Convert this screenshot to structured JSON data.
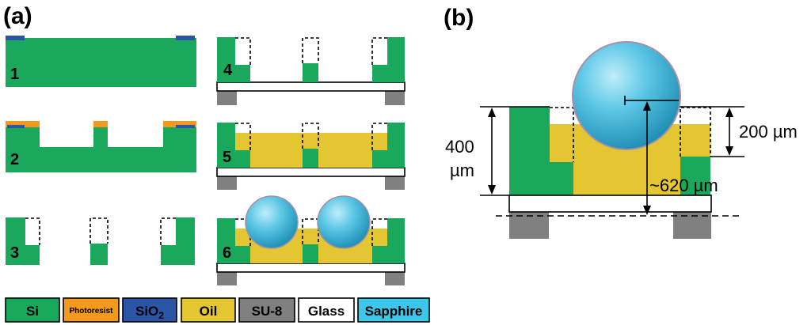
{
  "panels": {
    "a_label": "(a)",
    "b_label": "(b)"
  },
  "steps": [
    "1",
    "2",
    "3",
    "4",
    "5",
    "6"
  ],
  "legend": [
    {
      "label": "Si",
      "color": "#1aa85c",
      "text_color": "#000000",
      "size": "normal"
    },
    {
      "label": "Photoresist",
      "color": "#f39a1e",
      "text_color": "#000000",
      "size": "small"
    },
    {
      "label": "SiO2",
      "color": "#2b55a6",
      "text_color": "#000000",
      "size": "normal"
    },
    {
      "label": "Oil",
      "color": "#e3c631",
      "text_color": "#000000",
      "size": "normal"
    },
    {
      "label": "SU-8",
      "color": "#808080",
      "text_color": "#000000",
      "size": "normal"
    },
    {
      "label": "Glass",
      "color": "#ffffff",
      "text_color": "#000000",
      "size": "normal"
    },
    {
      "label": "Sapphire",
      "color": "#3cc6ea",
      "text_color": "#000000",
      "size": "normal"
    }
  ],
  "dimensions": {
    "height_total": "400",
    "height_total_unit": "µm",
    "height_step": "200 µm",
    "sphere_height": "~620 µm"
  },
  "colors": {
    "si": "#1aa85c",
    "photoresist": "#f39a1e",
    "sio2": "#2b55a6",
    "oil": "#e3c631",
    "su8": "#808080",
    "glass": "#ffffff",
    "sapphire": "#3cc6ea"
  }
}
